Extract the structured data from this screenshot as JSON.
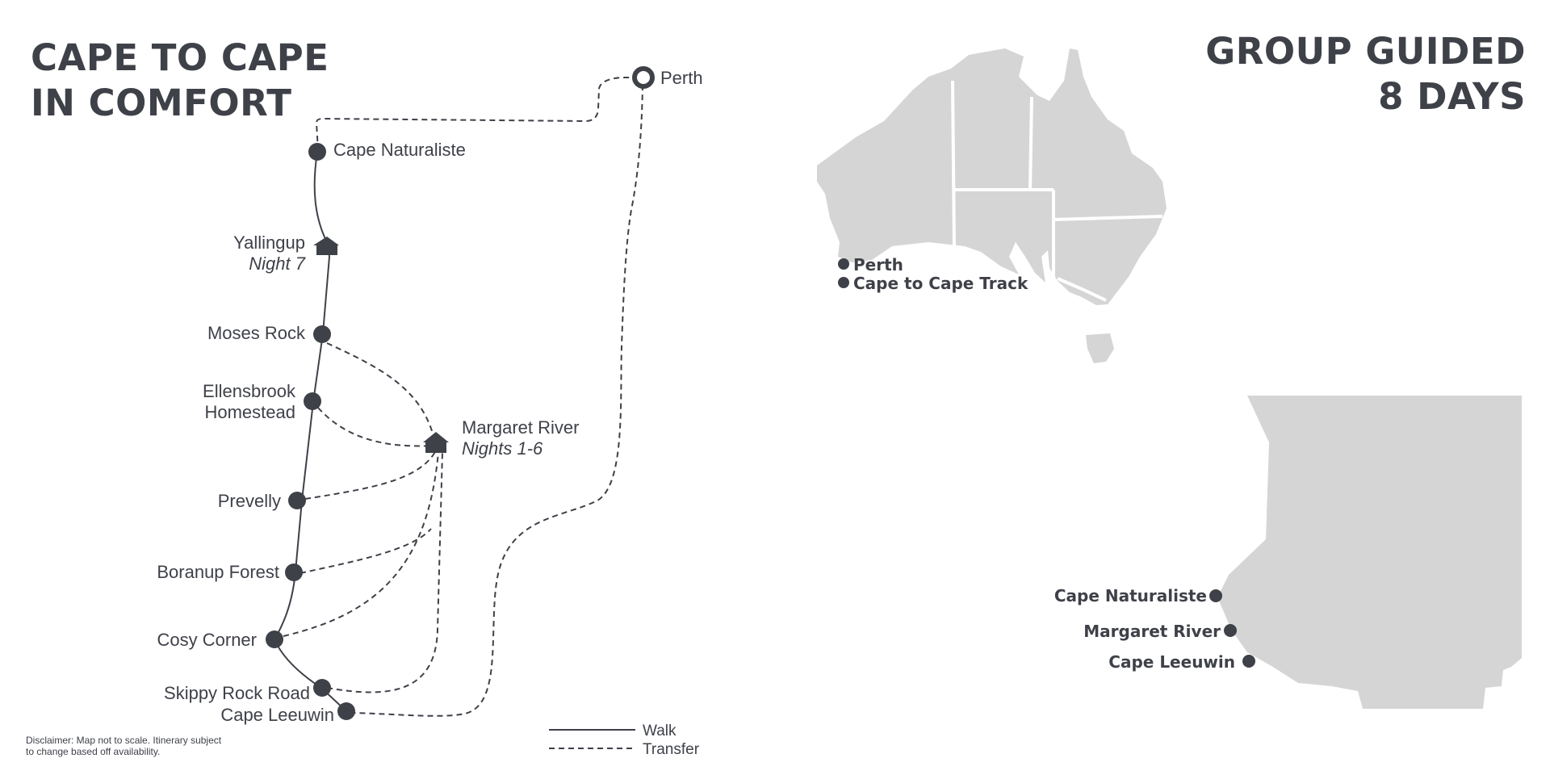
{
  "title": {
    "line1": "CAPE TO CAPE",
    "line2": "IN COMFORT"
  },
  "tour": {
    "line1": "GROUP GUIDED",
    "line2": "8 DAYS"
  },
  "route": {
    "perth": "Perth",
    "stops": [
      {
        "id": "cape-naturaliste",
        "name": "Cape Naturaliste"
      },
      {
        "id": "yallingup",
        "name": "Yallingup",
        "note": "Night 7"
      },
      {
        "id": "moses-rock",
        "name": "Moses Rock"
      },
      {
        "id": "ellensbrook",
        "name": "Ellensbrook",
        "name2": "Homestead"
      },
      {
        "id": "margaret-river",
        "name": "Margaret River",
        "note": "Nights 1-6"
      },
      {
        "id": "prevelly",
        "name": "Prevelly"
      },
      {
        "id": "boranup-forest",
        "name": "Boranup Forest"
      },
      {
        "id": "cosy-corner",
        "name": "Cosy Corner"
      },
      {
        "id": "skippy-rock-road",
        "name": "Skippy Rock Road"
      },
      {
        "id": "cape-leeuwin",
        "name": "Cape Leeuwin"
      }
    ]
  },
  "legend": {
    "walk": "Walk",
    "transfer": "Transfer"
  },
  "australia_map": {
    "perth": "Perth",
    "track": "Cape to Cape Track"
  },
  "region_map": {
    "labels": [
      "Cape Naturaliste",
      "Margaret River",
      "Cape Leeuwin"
    ]
  },
  "disclaimer": {
    "line1": "Disclaimer: Map not to scale. Itinerary subject",
    "line2": "to change based off availability."
  },
  "colors": {
    "ink": "#3f4149",
    "land": "#d5d5d5",
    "border": "#ffffff"
  }
}
